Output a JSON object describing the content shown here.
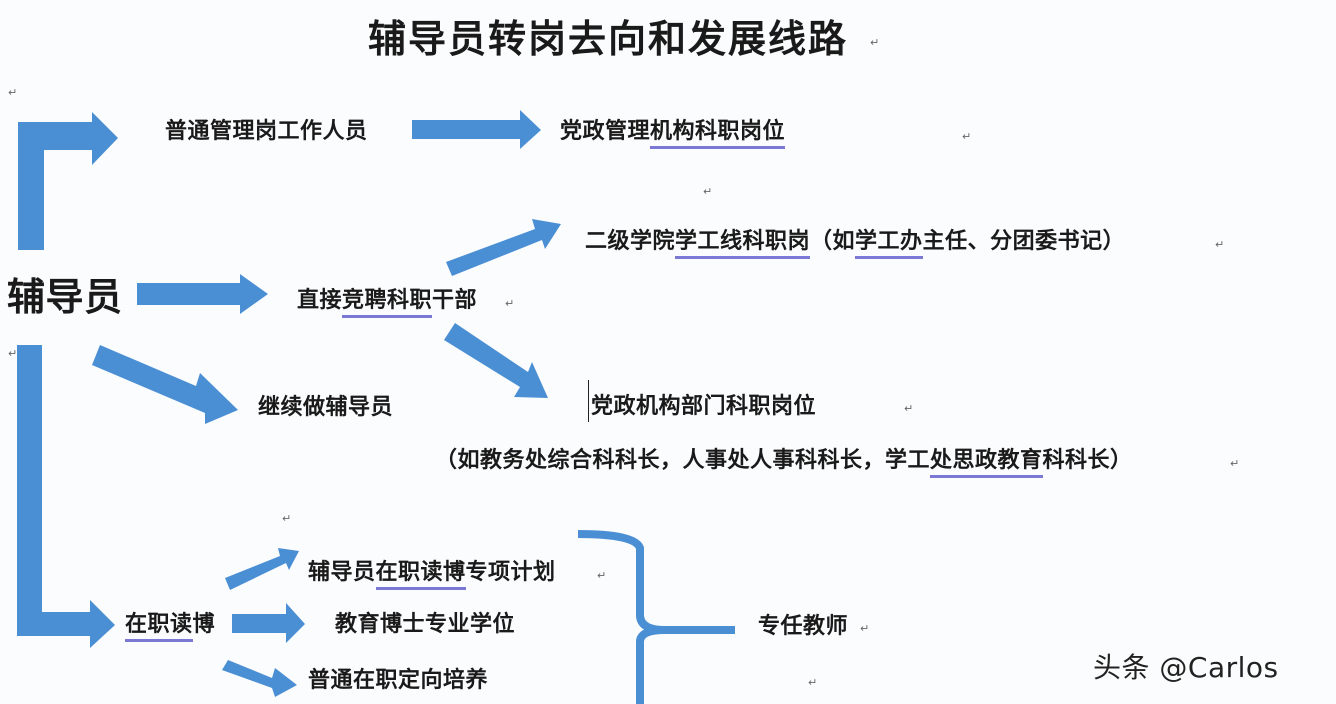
{
  "title": "辅导员转岗去向和发展线路",
  "colors": {
    "arrow": "#4a8fd4",
    "underline": "#7b78d6",
    "text": "#1a1a1a",
    "background": "#fbfcfd"
  },
  "root": {
    "label": "辅导员"
  },
  "branches": {
    "general_staff": {
      "label": "普通管理岗工作人员",
      "next": {
        "prefix": "党政管理",
        "underlined": "机构科职岗位"
      }
    },
    "direct_compete": {
      "prefix": "直接",
      "underlined": "竞聘科职",
      "suffix": "干部",
      "option_a": {
        "part1": "二级学院",
        "part2_underlined": "学工线科职岗",
        "part3": "（如",
        "part4_underlined": "学工办",
        "part5": "主任、分团委书记）"
      },
      "option_b": {
        "label": "党政机构部门科职岗位",
        "example_prefix": "（如教务处综合科科长，人事处人事科科长，学工",
        "example_underlined": "处思政教育",
        "example_suffix": "科科长）"
      }
    },
    "continue": {
      "label": "继续做辅导员"
    },
    "phd": {
      "label_underlined": "在职读",
      "label_suffix": "博",
      "options": [
        {
          "prefix": "辅导员",
          "underlined": "在职读博",
          "suffix": "专项计划"
        },
        {
          "prefix": "教育博士专业学位",
          "underlined": "",
          "suffix": ""
        },
        {
          "prefix": "普通在职定向培养",
          "underlined": "",
          "suffix": ""
        }
      ],
      "result": "专任教师"
    }
  },
  "paragraph_mark": "↵",
  "watermark": "头条 @Carlos"
}
